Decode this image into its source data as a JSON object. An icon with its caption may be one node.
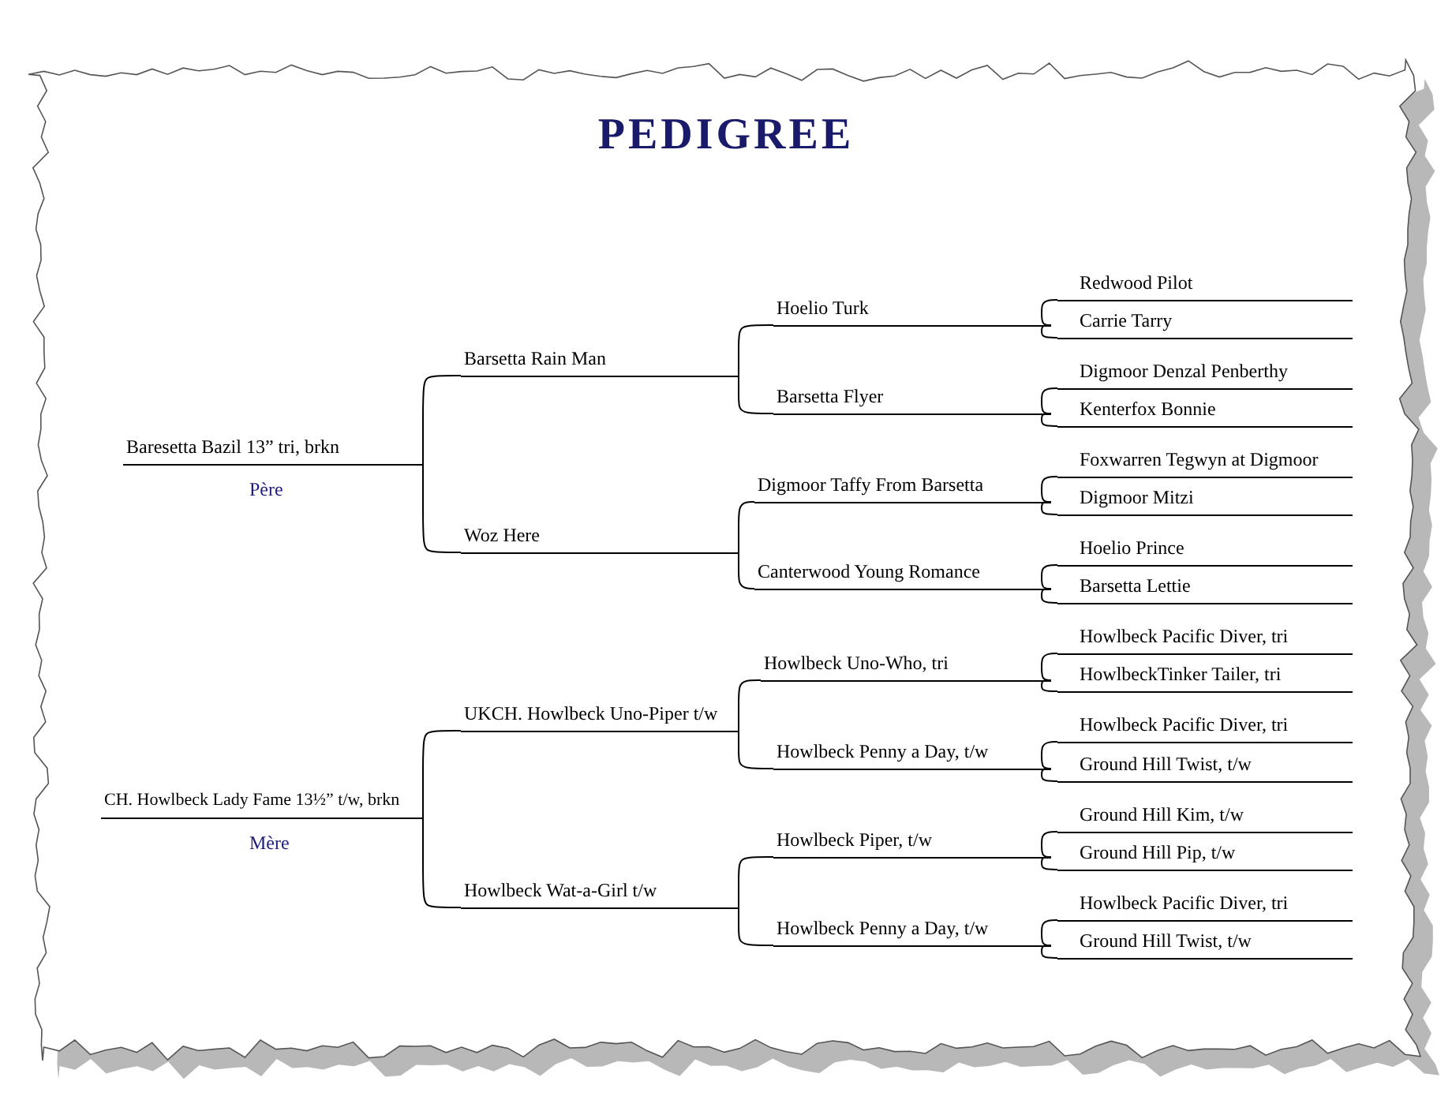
{
  "diagram": {
    "title": "PEDIGREE",
    "nodes": [
      {
        "text": [
          "Baresetta Bazil 13” tri, brkn"
        ],
        "beside": [
          "Père"
        ]
      },
      {
        "text": [
          "Barsetta Rain Man"
        ]
      },
      {
        "text": [
          "Woz  Here"
        ]
      },
      {
        "text": [
          "Hoelio Turk"
        ]
      },
      {
        "text": [
          "Barsetta Flyer"
        ]
      },
      {
        "text": [
          "Digmoor Taffy From Barsetta"
        ]
      },
      {
        "text": [
          "Canterwood Young Romance"
        ]
      },
      {
        "text": [
          "Redwood Pilot"
        ]
      },
      {
        "text": [
          "Carrie Tarry"
        ]
      },
      {
        "text": [
          "Digmoor Denzal Penberthy"
        ]
      },
      {
        "text": [
          "Kenterfox Bonnie"
        ]
      },
      {
        "text": [
          "Foxwarren Tegwyn at Digmoor"
        ]
      },
      {
        "text": [
          "Digmoor Mitzi"
        ]
      },
      {
        "text": [
          "Hoelio Prince"
        ]
      },
      {
        "text": [
          "Barsetta Lettie"
        ]
      },
      {
        "text": [
          "CH. Howlbeck Lady Fame 13½” t/w, brkn"
        ],
        "beside": [
          "Mère"
        ]
      },
      {
        "text": [
          "UKCH.  Howlbeck Uno-Piper t/w"
        ]
      },
      {
        "text": [
          "Howlbeck Wat-a-Girl t/w"
        ]
      },
      {
        "text": [
          "Howlbeck Uno-Who, tri"
        ]
      },
      {
        "text": [
          "Howlbeck Penny a Day, t/w"
        ]
      },
      {
        "text": [
          "Howlbeck Piper, t/w"
        ]
      },
      {
        "text": [
          "Howlbeck Penny a Day, t/w"
        ]
      },
      {
        "text": [
          "Howlbeck Pacific Diver, tri"
        ]
      },
      {
        "text": [
          "HowlbeckTinker Tailer, tri"
        ]
      },
      {
        "text": [
          "Howlbeck Pacific Diver, tri"
        ]
      },
      {
        "text": [
          "Ground Hill Twist, t/w"
        ]
      },
      {
        "text": [
          "Ground Hill Kim, t/w"
        ]
      },
      {
        "text": [
          "Ground Hill Pip, t/w"
        ]
      },
      {
        "text": [
          "Howlbeck Pacific Diver, tri"
        ]
      },
      {
        "text": [
          "Ground Hill Twist, t/w"
        ]
      }
    ],
    "edges": [
      {
        "from": 0,
        "to": 1,
        "arrow": "none"
      },
      {
        "from": 0,
        "to": 2,
        "arrow": "none"
      },
      {
        "from": 1,
        "to": 3,
        "arrow": "none"
      },
      {
        "from": 1,
        "to": 4,
        "arrow": "none"
      },
      {
        "from": 2,
        "to": 5,
        "arrow": "none"
      },
      {
        "from": 2,
        "to": 6,
        "arrow": "none"
      },
      {
        "from": 3,
        "to": 7,
        "arrow": "none"
      },
      {
        "from": 3,
        "to": 8,
        "arrow": "none"
      },
      {
        "from": 4,
        "to": 9,
        "arrow": "none"
      },
      {
        "from": 4,
        "to": 10,
        "arrow": "none"
      },
      {
        "from": 5,
        "to": 11,
        "arrow": "none"
      },
      {
        "from": 5,
        "to": 12,
        "arrow": "none"
      },
      {
        "from": 6,
        "to": 13,
        "arrow": "none"
      },
      {
        "from": 6,
        "to": 14,
        "arrow": "none"
      },
      {
        "from": 15,
        "to": 16,
        "arrow": "none"
      },
      {
        "from": 15,
        "to": 17,
        "arrow": "none"
      },
      {
        "from": 16,
        "to": 18,
        "arrow": "none"
      },
      {
        "from": 16,
        "to": 19,
        "arrow": "none"
      },
      {
        "from": 17,
        "to": 20,
        "arrow": "none"
      },
      {
        "from": 17,
        "to": 21,
        "arrow": "none"
      },
      {
        "from": 18,
        "to": 22,
        "arrow": "none"
      },
      {
        "from": 18,
        "to": 23,
        "arrow": "none"
      },
      {
        "from": 19,
        "to": 24,
        "arrow": "none"
      },
      {
        "from": 19,
        "to": 25,
        "arrow": "none"
      },
      {
        "from": 20,
        "to": 26,
        "arrow": "none"
      },
      {
        "from": 20,
        "to": 27,
        "arrow": "none"
      },
      {
        "from": 21,
        "to": 28,
        "arrow": "none"
      },
      {
        "from": 21,
        "to": 29,
        "arrow": "none"
      }
    ]
  }
}
